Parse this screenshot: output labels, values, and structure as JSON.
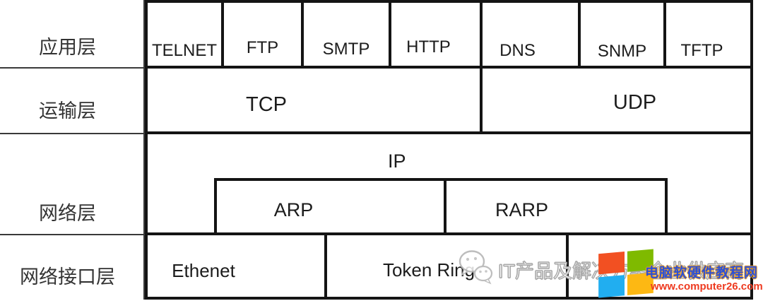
{
  "diagram": {
    "row_labels": [
      "应用层",
      "运输层",
      "网络层",
      "网络接口层"
    ],
    "application_protocols": [
      "TELNET",
      "FTP",
      "SMTP",
      "HTTP",
      "DNS",
      "SNMP",
      "TFTP"
    ],
    "transport_protocols": [
      "TCP",
      "UDP"
    ],
    "network_protocols": [
      "IP",
      "ARP",
      "RARP"
    ],
    "link_protocols": [
      "Ethenet",
      "Token Ring",
      ""
    ]
  },
  "watermark": {
    "icon": "wechat-bubbles-icon",
    "tagline": "IT产品及解决方案企业供应商",
    "tagline_outline_color": "#a8a8a8",
    "brand": {
      "logo_icon": "microsoft-window-icon",
      "site_name": "电脑软硬件教程网",
      "site_url": "www.computer26.com",
      "site_name_color": "#2b50d8",
      "site_name_outline_color": "#f0a126",
      "site_url_color": "#ee3a20",
      "logo_colors": {
        "red": "#f25022",
        "green": "#7fba00",
        "blue": "#21aef0",
        "yellow": "#fdb813"
      }
    }
  }
}
